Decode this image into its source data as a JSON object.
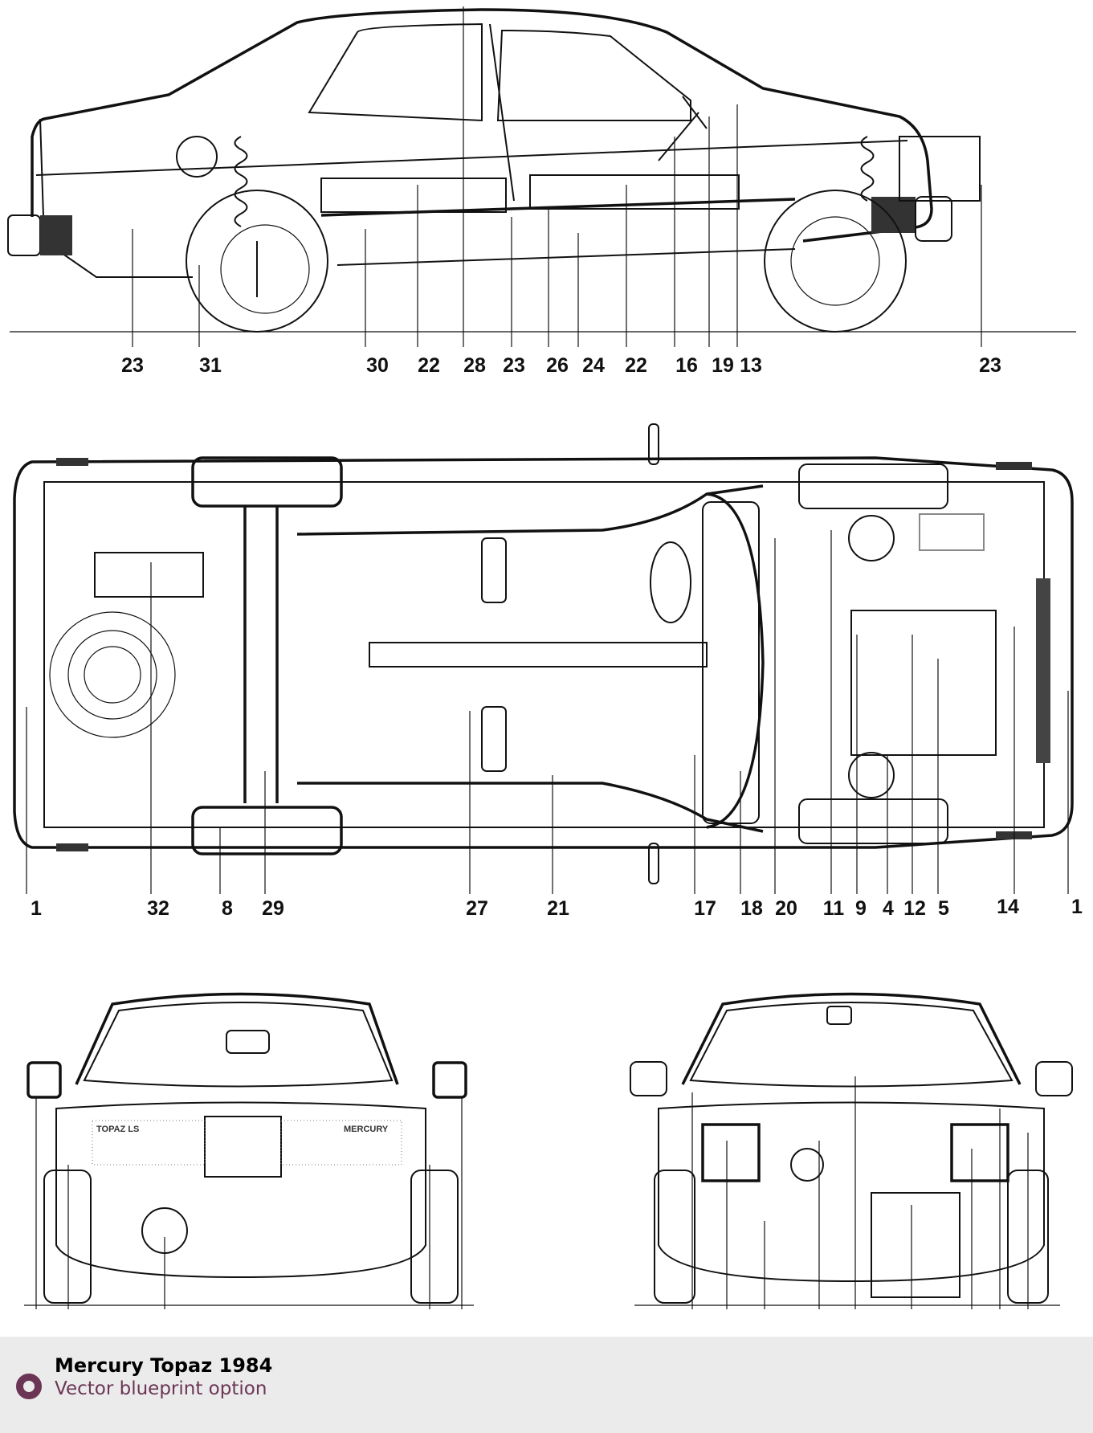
{
  "caption": {
    "title": "Mercury Topaz 1984",
    "subtitle": "Vector blueprint option",
    "accent_color": "#6b3555",
    "icon": "ring-bullet-icon"
  },
  "views": {
    "side": {
      "name": "side-view",
      "callouts": [
        "23",
        "31",
        "30",
        "22",
        "28",
        "23",
        "26",
        "24",
        "22",
        "16",
        "19",
        "13",
        "23"
      ]
    },
    "top": {
      "name": "top-view",
      "callouts": [
        "1",
        "32",
        "8",
        "29",
        "27",
        "21",
        "17",
        "18",
        "20",
        "11",
        "9",
        "4",
        "12",
        "5",
        "14",
        "1"
      ]
    },
    "rear": {
      "name": "rear-view",
      "badges": {
        "left": "TOPAZ LS",
        "right": "MERCURY"
      }
    },
    "front": {
      "name": "front-view"
    }
  }
}
